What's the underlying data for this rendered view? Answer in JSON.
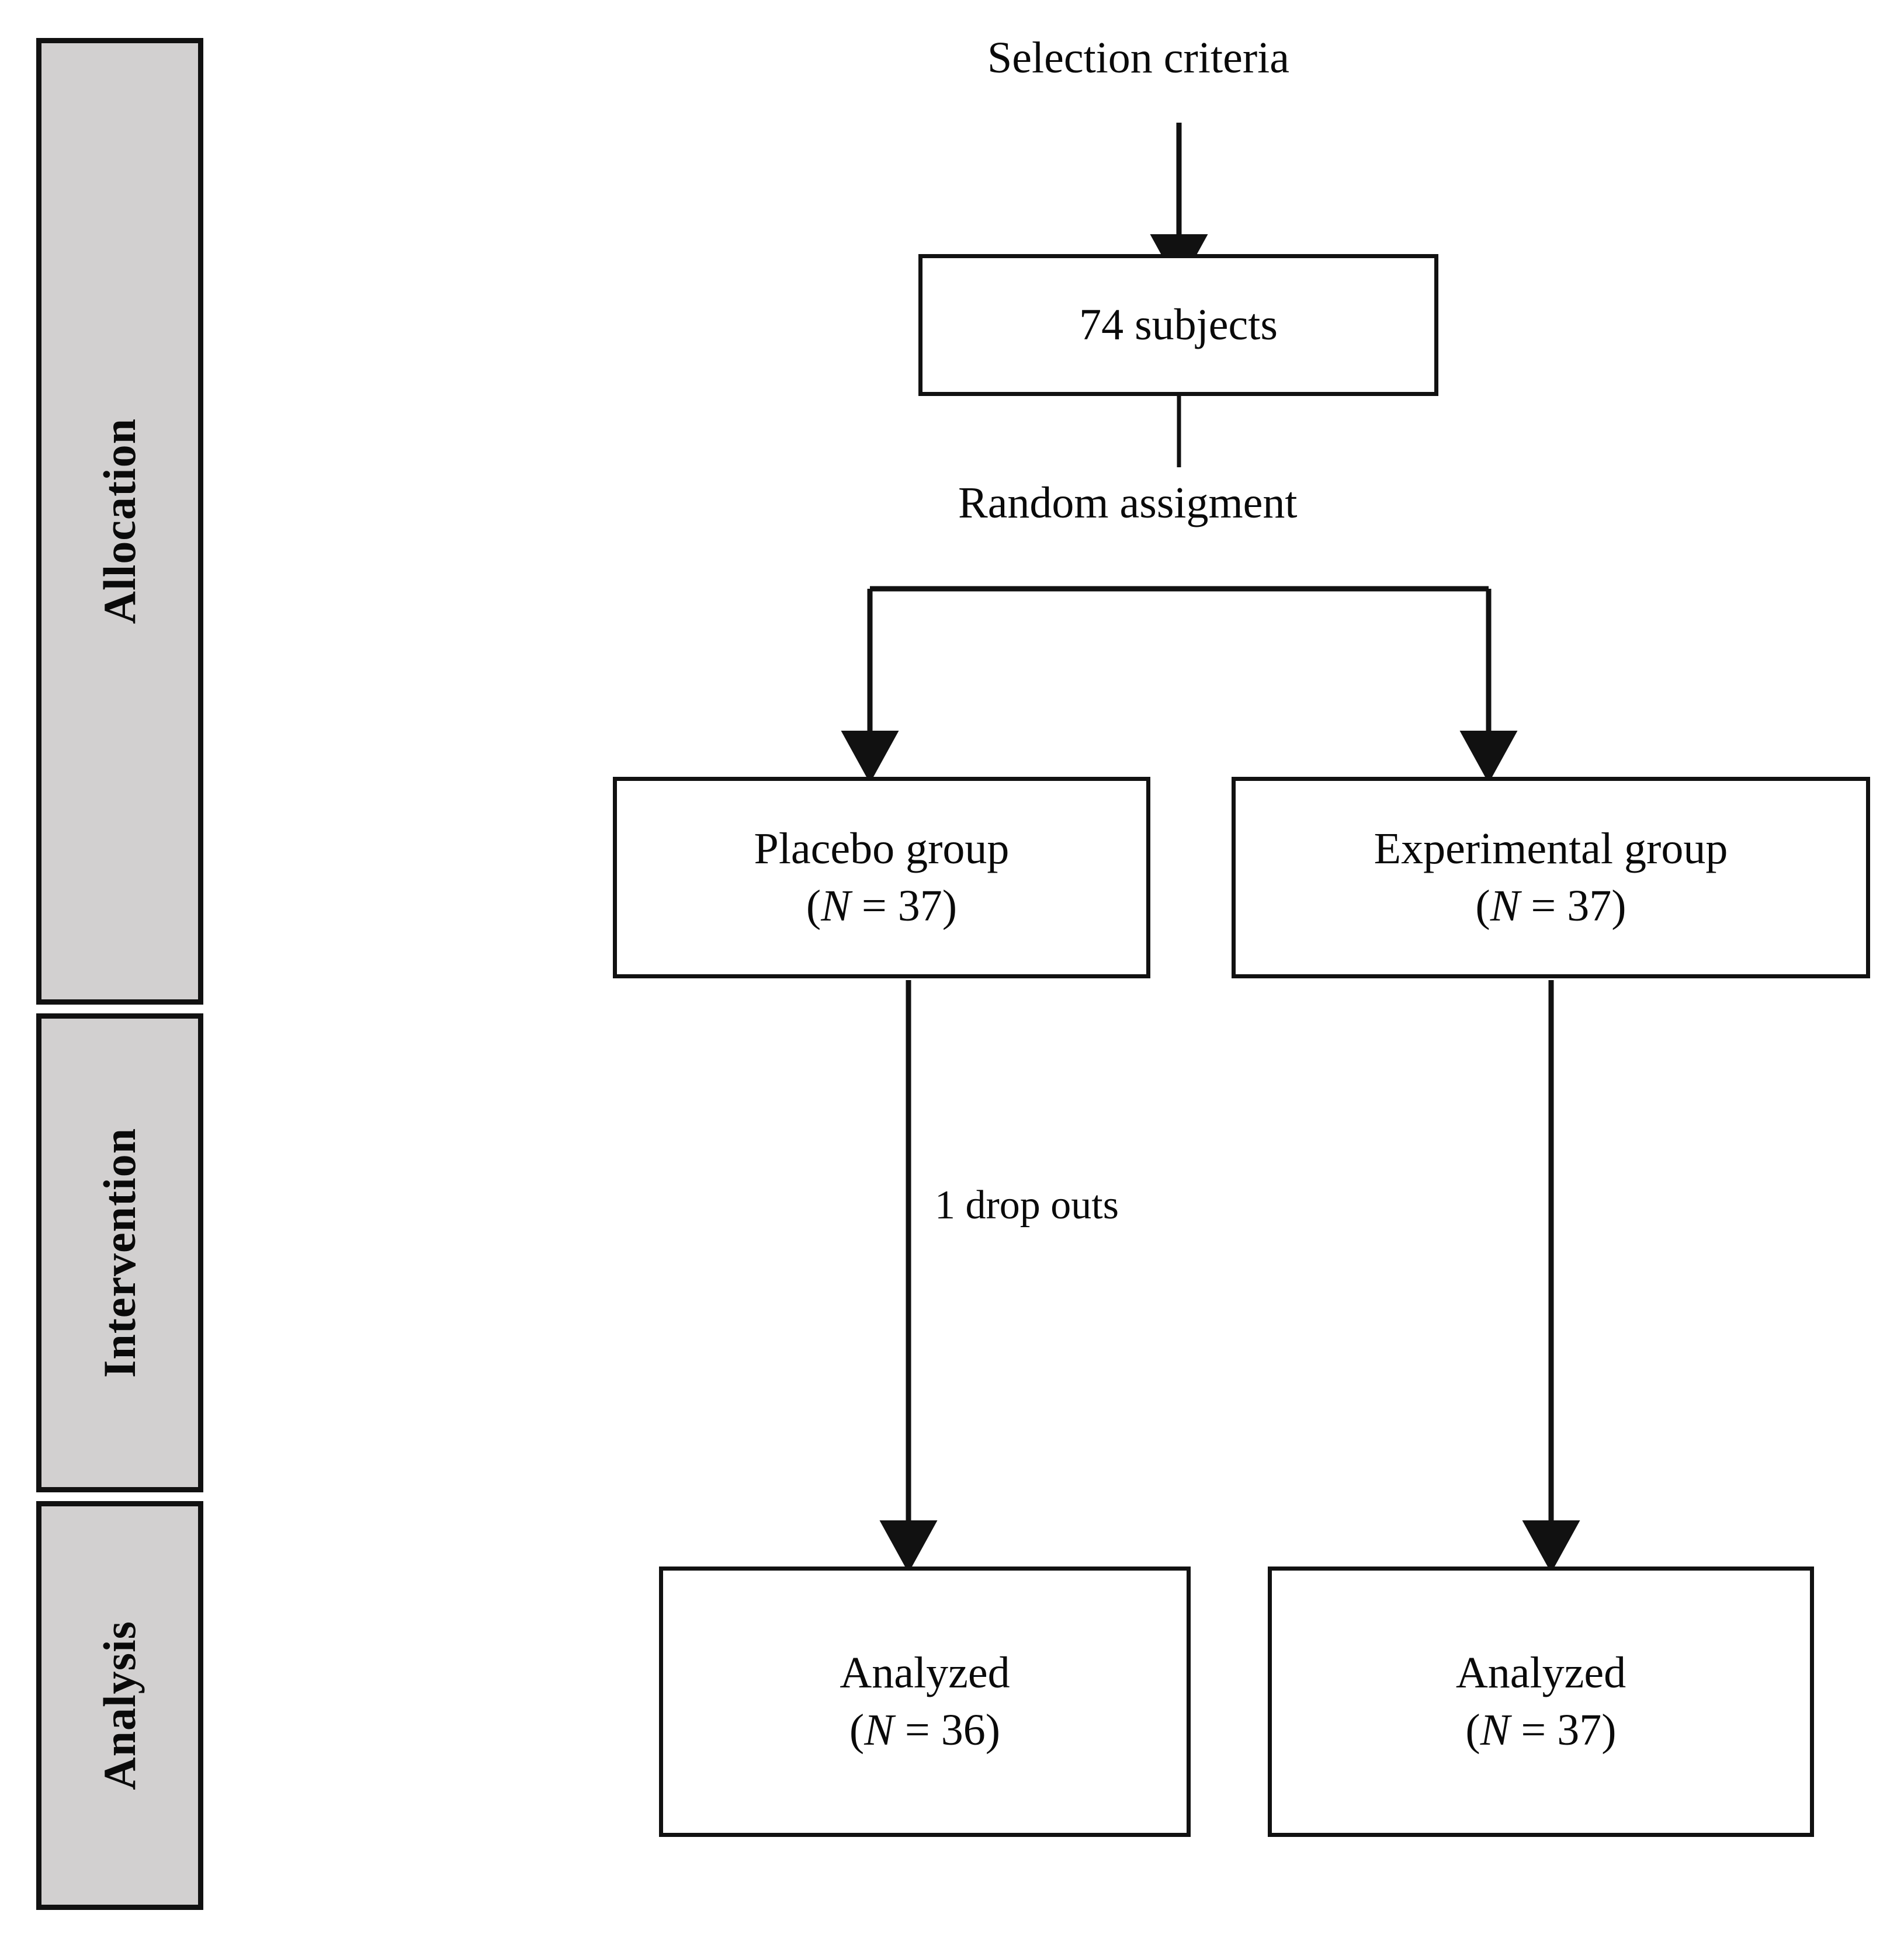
{
  "diagram": {
    "title": "CONSORT participant flow diagram",
    "stages": [
      {
        "id": "allocation",
        "label": "Allocation"
      },
      {
        "id": "intervention",
        "label": "Intervention"
      },
      {
        "id": "analysis",
        "label": "Analysis"
      }
    ],
    "labels": {
      "selection_criteria": "Selection criteria",
      "random_assignment": "Random assigment",
      "drop_outs": "1 drop outs"
    },
    "boxes": {
      "enrollment": {
        "line1": "74 subjects"
      },
      "placebo": {
        "line1": "Placebo group",
        "n_open": "(",
        "n_symbol": "N",
        "n_eq": " = ",
        "n_value": "37",
        "n_close": ")"
      },
      "experimental": {
        "line1": "Experimental  group",
        "n_open": "(",
        "n_symbol": "N",
        "n_eq": " = ",
        "n_value": "37",
        "n_close": ")"
      },
      "analyzed_placebo": {
        "line1": "Analyzed",
        "n_open": "(",
        "n_symbol": "N",
        "n_eq": " = ",
        "n_value": "36",
        "n_close": ")"
      },
      "analyzed_experimental": {
        "line1": "Analyzed",
        "n_open": "(",
        "n_symbol": "N",
        "n_eq": " = ",
        "n_value": "37",
        "n_close": ")"
      }
    },
    "colors": {
      "stage_fill": "#d2d0d0",
      "stroke": "#111111",
      "background": "#ffffff",
      "text": "#0a0a0a"
    }
  }
}
